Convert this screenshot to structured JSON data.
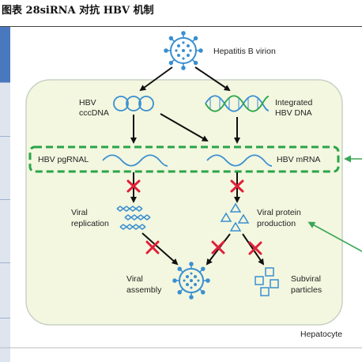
{
  "caption": "图表 28siRNA 对抗 HBV 机制",
  "diagram": {
    "virion_label": "Hepatitis B virion",
    "cccdna_label": [
      "HBV",
      "cccDNA"
    ],
    "integrated_label": [
      "Integrated",
      "HBV DNA"
    ],
    "pgrna_label": "HBV pgRNAL",
    "mrna_label": "HBV mRNA",
    "viral_replication_label": [
      "Viral",
      "replication"
    ],
    "viral_protein_label": [
      "Viral protein",
      "production"
    ],
    "viral_assembly_label": [
      "Viral",
      "assembly"
    ],
    "subviral_label": [
      "Subviral",
      "particles"
    ],
    "hepatocyte_label": "Hepatocyte"
  },
  "colors": {
    "cell_fill": "#f3f7df",
    "cell_border": "#c8d2c5",
    "dash_green": "#2aa44a",
    "blue": "#3a8fd0",
    "block_red": "#e0203a",
    "arrow_green": "#3aa655"
  }
}
